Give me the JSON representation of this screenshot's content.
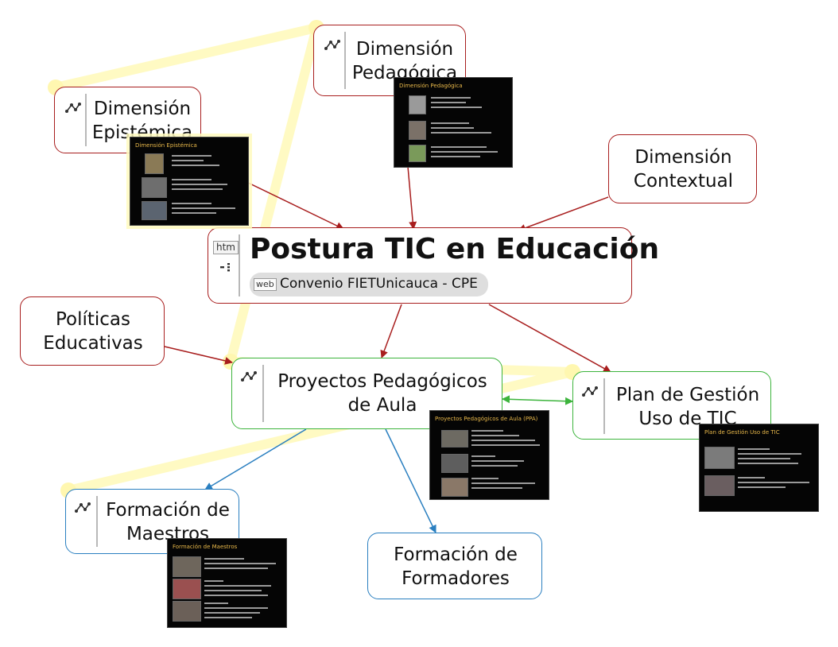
{
  "diagram": {
    "central": {
      "title": "Postura TIC en Educación",
      "tag": "htm",
      "link_tag": "web",
      "link_label": "Convenio FIETUnicauca - CPE"
    },
    "nodes": {
      "epistemica": {
        "label": "Dimensión\nEpistémica"
      },
      "pedagogica": {
        "label": "Dimensión\nPedagógica"
      },
      "contextual": {
        "label": "Dimensión\nContextual"
      },
      "politicas": {
        "label": "Políticas\nEducativas"
      },
      "proyectos": {
        "label": "Proyectos Pedagógicos\nde Aula"
      },
      "plan": {
        "label": "Plan de Gestión\nUso de TIC"
      },
      "maestros": {
        "label": "Formación de\nMaestros"
      },
      "formadores": {
        "label": "Formación de\nFormadores"
      }
    },
    "thumbnails": {
      "epistemica": {
        "title": "Dimensión Epistémica"
      },
      "pedagogica": {
        "title": "Dimensión Pedagógica"
      },
      "proyectos": {
        "title": "Proyectos Pedagógicos de Aula (PPA)"
      },
      "plan": {
        "title": "Plan de Gestión Uso de TIC"
      },
      "maestros": {
        "title": "Formación de Maestros"
      }
    },
    "colors": {
      "red": "#a81e1e",
      "green": "#3cb43c",
      "blue": "#2a7fc0",
      "path_highlight": "#fffac0",
      "thumb_title": "#e8b84a"
    }
  }
}
